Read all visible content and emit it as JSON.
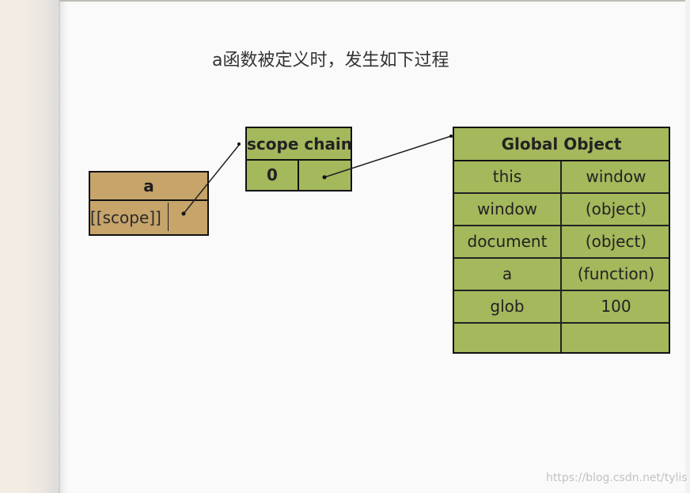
{
  "title": "a函数被定义时，发生如下过程",
  "function_box": {
    "name": "a",
    "scope_label": "[[scope]]"
  },
  "scope_chain": {
    "title": "scope chain",
    "index_label": "0"
  },
  "global_object": {
    "title": "Global Object",
    "rows": [
      {
        "key": "this",
        "value": "window"
      },
      {
        "key": "window",
        "value": "(object)"
      },
      {
        "key": "document",
        "value": "(object)"
      },
      {
        "key": "a",
        "value": "(function)"
      },
      {
        "key": "glob",
        "value": "100"
      },
      {
        "key": "",
        "value": ""
      }
    ]
  },
  "watermark": "https://blog.csdn.net/tylis",
  "colors": {
    "function_box_fill": "#c6a46a",
    "scope_chain_fill": "#a4b85c",
    "global_object_fill": "#a4b85c"
  }
}
